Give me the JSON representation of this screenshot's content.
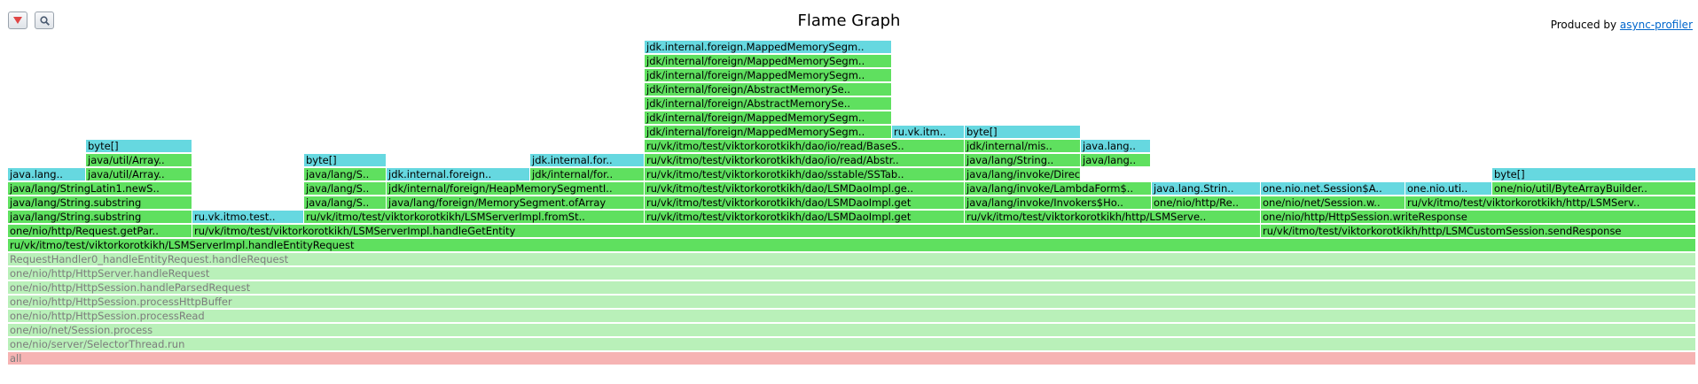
{
  "page": {
    "title": "Flame Graph",
    "produced_prefix": "Produced by ",
    "produced_link": "async-profiler"
  },
  "controls": {
    "reverse_icon": "triangle-down-icon",
    "search_icon": "search-icon"
  },
  "frames": [
    {
      "d": 0,
      "s": 9,
      "e": 1913,
      "t": "all",
      "c": "#f6b3b3",
      "light": true
    },
    {
      "d": 1,
      "s": 9,
      "e": 1913,
      "t": "one/nio/server/SelectorThread.run",
      "c": "#b9f0b9",
      "light": true
    },
    {
      "d": 2,
      "s": 9,
      "e": 1913,
      "t": "one/nio/net/Session.process",
      "c": "#b9f0b9",
      "light": true
    },
    {
      "d": 3,
      "s": 9,
      "e": 1913,
      "t": "one/nio/http/HttpSession.processRead",
      "c": "#b9f0b9",
      "light": true
    },
    {
      "d": 4,
      "s": 9,
      "e": 1913,
      "t": "one/nio/http/HttpSession.processHttpBuffer",
      "c": "#b9f0b9",
      "light": true
    },
    {
      "d": 5,
      "s": 9,
      "e": 1913,
      "t": "one/nio/http/HttpSession.handleParsedRequest",
      "c": "#b9f0b9",
      "light": true
    },
    {
      "d": 6,
      "s": 9,
      "e": 1913,
      "t": "one/nio/http/HttpServer.handleRequest",
      "c": "#b9f0b9",
      "light": true
    },
    {
      "d": 7,
      "s": 9,
      "e": 1913,
      "t": "RequestHandler0_handleEntityRequest.handleRequest",
      "c": "#b9f0b9",
      "light": true
    },
    {
      "d": 8,
      "s": 9,
      "e": 1913,
      "t": "ru/vk/itmo/test/viktorkorotkikh/LSMServerImpl.handleEntityRequest",
      "c": "#5fe05f"
    },
    {
      "d": 9,
      "s": 9,
      "e": 217,
      "t": "one/nio/http/Request.getPar..",
      "c": "#5fe05f"
    },
    {
      "d": 9,
      "s": 217,
      "e": 1422,
      "t": "ru/vk/itmo/test/viktorkorotkikh/LSMServerImpl.handleGetEntity",
      "c": "#5fe05f"
    },
    {
      "d": 9,
      "s": 1422,
      "e": 1913,
      "t": "ru/vk/itmo/test/viktorkorotkikh/http/LSMCustomSession.sendResponse",
      "c": "#5fe05f"
    },
    {
      "d": 10,
      "s": 9,
      "e": 217,
      "t": "java/lang/String.substring",
      "c": "#5fe05f"
    },
    {
      "d": 10,
      "s": 217,
      "e": 343,
      "t": "ru.vk.itmo.test..",
      "c": "#66d8e0"
    },
    {
      "d": 10,
      "s": 343,
      "e": 727,
      "t": "ru/vk/itmo/test/viktorkorotkikh/LSMServerImpl.fromSt..",
      "c": "#5fe05f"
    },
    {
      "d": 10,
      "s": 727,
      "e": 1088,
      "t": "ru/vk/itmo/test/viktorkorotkikh/dao/LSMDaoImpl.get",
      "c": "#5fe05f"
    },
    {
      "d": 10,
      "s": 1088,
      "e": 1422,
      "t": "ru/vk/itmo/test/viktorkorotkikh/http/LSMServe..",
      "c": "#5fe05f"
    },
    {
      "d": 10,
      "s": 1422,
      "e": 1913,
      "t": "one/nio/http/HttpSession.writeResponse",
      "c": "#5fe05f"
    },
    {
      "d": 11,
      "s": 9,
      "e": 217,
      "t": "java/lang/String.substring",
      "c": "#5fe05f"
    },
    {
      "d": 11,
      "s": 343,
      "e": 436,
      "t": "java/lang/S..",
      "c": "#5fe05f"
    },
    {
      "d": 11,
      "s": 436,
      "e": 727,
      "t": "java/lang/foreign/MemorySegment.ofArray",
      "c": "#5fe05f"
    },
    {
      "d": 11,
      "s": 727,
      "e": 1088,
      "t": "ru/vk/itmo/test/viktorkorotkikh/dao/LSMDaoImpl.get",
      "c": "#5fe05f"
    },
    {
      "d": 11,
      "s": 1088,
      "e": 1299,
      "t": "java/lang/invoke/Invokers$Ho..",
      "c": "#5fe05f"
    },
    {
      "d": 11,
      "s": 1299,
      "e": 1422,
      "t": "one/nio/http/Re..",
      "c": "#5fe05f"
    },
    {
      "d": 11,
      "s": 1422,
      "e": 1585,
      "t": "one/nio/net/Session.w..",
      "c": "#5fe05f"
    },
    {
      "d": 11,
      "s": 1585,
      "e": 1913,
      "t": "ru/vk/itmo/test/viktorkorotkikh/http/LSMServ..",
      "c": "#5fe05f"
    },
    {
      "d": 12,
      "s": 9,
      "e": 217,
      "t": "java/lang/StringLatin1.newS..",
      "c": "#5fe05f"
    },
    {
      "d": 12,
      "s": 343,
      "e": 436,
      "t": "java/lang/S..",
      "c": "#5fe05f"
    },
    {
      "d": 12,
      "s": 436,
      "e": 727,
      "t": "jdk/internal/foreign/HeapMemorySegmentI..",
      "c": "#5fe05f"
    },
    {
      "d": 12,
      "s": 727,
      "e": 1088,
      "t": "ru/vk/itmo/test/viktorkorotkikh/dao/LSMDaoImpl.ge..",
      "c": "#5fe05f"
    },
    {
      "d": 12,
      "s": 1088,
      "e": 1299,
      "t": "java/lang/invoke/LambdaForm$..",
      "c": "#5fe05f"
    },
    {
      "d": 12,
      "s": 1299,
      "e": 1422,
      "t": "java.lang.Strin..",
      "c": "#66d8e0"
    },
    {
      "d": 12,
      "s": 1422,
      "e": 1585,
      "t": "one.nio.net.Session$A..",
      "c": "#66d8e0"
    },
    {
      "d": 12,
      "s": 1585,
      "e": 1683,
      "t": "one.nio.uti..",
      "c": "#66d8e0"
    },
    {
      "d": 12,
      "s": 1683,
      "e": 1913,
      "t": "one/nio/util/ByteArrayBuilder..",
      "c": "#5fe05f"
    },
    {
      "d": 13,
      "s": 9,
      "e": 97,
      "t": "java.lang..",
      "c": "#66d8e0"
    },
    {
      "d": 13,
      "s": 97,
      "e": 217,
      "t": "java/util/Array..",
      "c": "#5fe05f"
    },
    {
      "d": 13,
      "s": 343,
      "e": 436,
      "t": "java/lang/S..",
      "c": "#5fe05f"
    },
    {
      "d": 13,
      "s": 436,
      "e": 598,
      "t": "jdk.internal.foreign..",
      "c": "#66d8e0"
    },
    {
      "d": 13,
      "s": 598,
      "e": 727,
      "t": "jdk/internal/for..",
      "c": "#5fe05f"
    },
    {
      "d": 13,
      "s": 727,
      "e": 1088,
      "t": "ru/vk/itmo/test/viktorkorotkikh/dao/sstable/SSTab..",
      "c": "#5fe05f"
    },
    {
      "d": 13,
      "s": 1088,
      "e": 1219,
      "t": "java/lang/invoke/DirectMetho..",
      "c": "#5fe05f"
    },
    {
      "d": 13,
      "s": 1683,
      "e": 1913,
      "t": "byte[]",
      "c": "#66d8e0"
    },
    {
      "d": 14,
      "s": 97,
      "e": 217,
      "t": "java/util/Array..",
      "c": "#5fe05f"
    },
    {
      "d": 14,
      "s": 343,
      "e": 436,
      "t": "byte[]",
      "c": "#66d8e0"
    },
    {
      "d": 14,
      "s": 598,
      "e": 727,
      "t": "jdk.internal.for..",
      "c": "#66d8e0"
    },
    {
      "d": 14,
      "s": 727,
      "e": 1088,
      "t": "ru/vk/itmo/test/viktorkorotkikh/dao/io/read/Abstr..",
      "c": "#5fe05f"
    },
    {
      "d": 14,
      "s": 1088,
      "e": 1219,
      "t": "java/lang/String..",
      "c": "#5fe05f"
    },
    {
      "d": 14,
      "s": 1219,
      "e": 1298,
      "t": "java/lang..",
      "c": "#5fe05f"
    },
    {
      "d": 15,
      "s": 97,
      "e": 217,
      "t": "byte[]",
      "c": "#66d8e0"
    },
    {
      "d": 15,
      "s": 727,
      "e": 1088,
      "t": "ru/vk/itmo/test/viktorkorotkikh/dao/io/read/BaseS..",
      "c": "#5fe05f"
    },
    {
      "d": 15,
      "s": 1088,
      "e": 1219,
      "t": "jdk/internal/mis..",
      "c": "#5fe05f"
    },
    {
      "d": 15,
      "s": 1219,
      "e": 1298,
      "t": "java.lang..",
      "c": "#66d8e0"
    },
    {
      "d": 16,
      "s": 727,
      "e": 1006,
      "t": "jdk/internal/foreign/MappedMemorySegm..",
      "c": "#5fe05f"
    },
    {
      "d": 16,
      "s": 1006,
      "e": 1088,
      "t": "ru.vk.itm..",
      "c": "#66d8e0"
    },
    {
      "d": 16,
      "s": 1088,
      "e": 1219,
      "t": "byte[]",
      "c": "#66d8e0"
    },
    {
      "d": 17,
      "s": 727,
      "e": 1006,
      "t": "jdk/internal/foreign/MappedMemorySegm..",
      "c": "#5fe05f"
    },
    {
      "d": 18,
      "s": 727,
      "e": 1006,
      "t": "jdk/internal/foreign/AbstractMemorySe..",
      "c": "#5fe05f"
    },
    {
      "d": 19,
      "s": 727,
      "e": 1006,
      "t": "jdk/internal/foreign/AbstractMemorySe..",
      "c": "#5fe05f"
    },
    {
      "d": 20,
      "s": 727,
      "e": 1006,
      "t": "jdk/internal/foreign/MappedMemorySegm..",
      "c": "#5fe05f"
    },
    {
      "d": 21,
      "s": 727,
      "e": 1006,
      "t": "jdk/internal/foreign/MappedMemorySegm..",
      "c": "#5fe05f"
    },
    {
      "d": 22,
      "s": 727,
      "e": 1006,
      "t": "jdk.internal.foreign.MappedMemorySegm..",
      "c": "#66d8e0"
    }
  ]
}
